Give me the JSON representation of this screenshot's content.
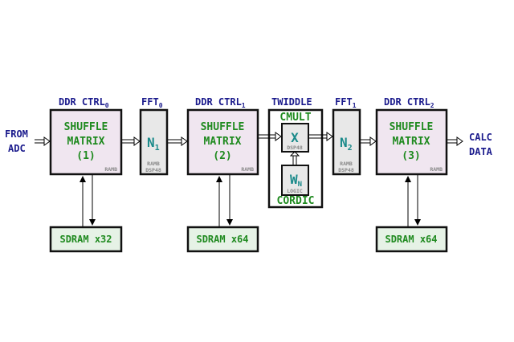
{
  "inputs": {
    "line1": "FROM",
    "line2": "ADC"
  },
  "outputs": {
    "line1": "CALC",
    "line2": "DATA"
  },
  "headers": {
    "ddr0": {
      "main": "DDR CTRL",
      "sub": "0"
    },
    "fft0": {
      "main": "FFT",
      "sub": "0"
    },
    "ddr1": {
      "main": "DDR CTRL",
      "sub": "1"
    },
    "twiddle": {
      "main": "TWIDDLE"
    },
    "fft1": {
      "main": "FFT",
      "sub": "1"
    },
    "ddr2": {
      "main": "DDR CTRL",
      "sub": "2"
    }
  },
  "shuffle": [
    {
      "l1": "SHUFFLE",
      "l2": "MATRIX",
      "l3": "(1)",
      "res": "RAMB",
      "sdram": "SDRAM x32"
    },
    {
      "l1": "SHUFFLE",
      "l2": "MATRIX",
      "l3": "(2)",
      "res": "RAMB",
      "sdram": "SDRAM x64"
    },
    {
      "l1": "SHUFFLE",
      "l2": "MATRIX",
      "l3": "(3)",
      "res": "RAMB",
      "sdram": "SDRAM x64"
    }
  ],
  "fft": [
    {
      "main": "N",
      "sub": "1",
      "res1": "RAMB",
      "res2": "DSP48"
    },
    {
      "main": "N",
      "sub": "2",
      "res1": "RAMB",
      "res2": "DSP48"
    }
  ],
  "twiddle": {
    "cmult": "CMULT",
    "mult_symbol": "X",
    "mult_res": "DSP48",
    "wn_main": "W",
    "wn_sub": "N",
    "wn_res": "LOGIC",
    "cordic": "CORDIC"
  },
  "colors": {
    "block_fill": "#f0e6f0",
    "fft_fill": "#e8e8e8",
    "sdram_fill": "#e6f2e6",
    "header": "#1a1a8c",
    "label": "#1f8a1f",
    "fft_label": "#1a8a8a"
  }
}
